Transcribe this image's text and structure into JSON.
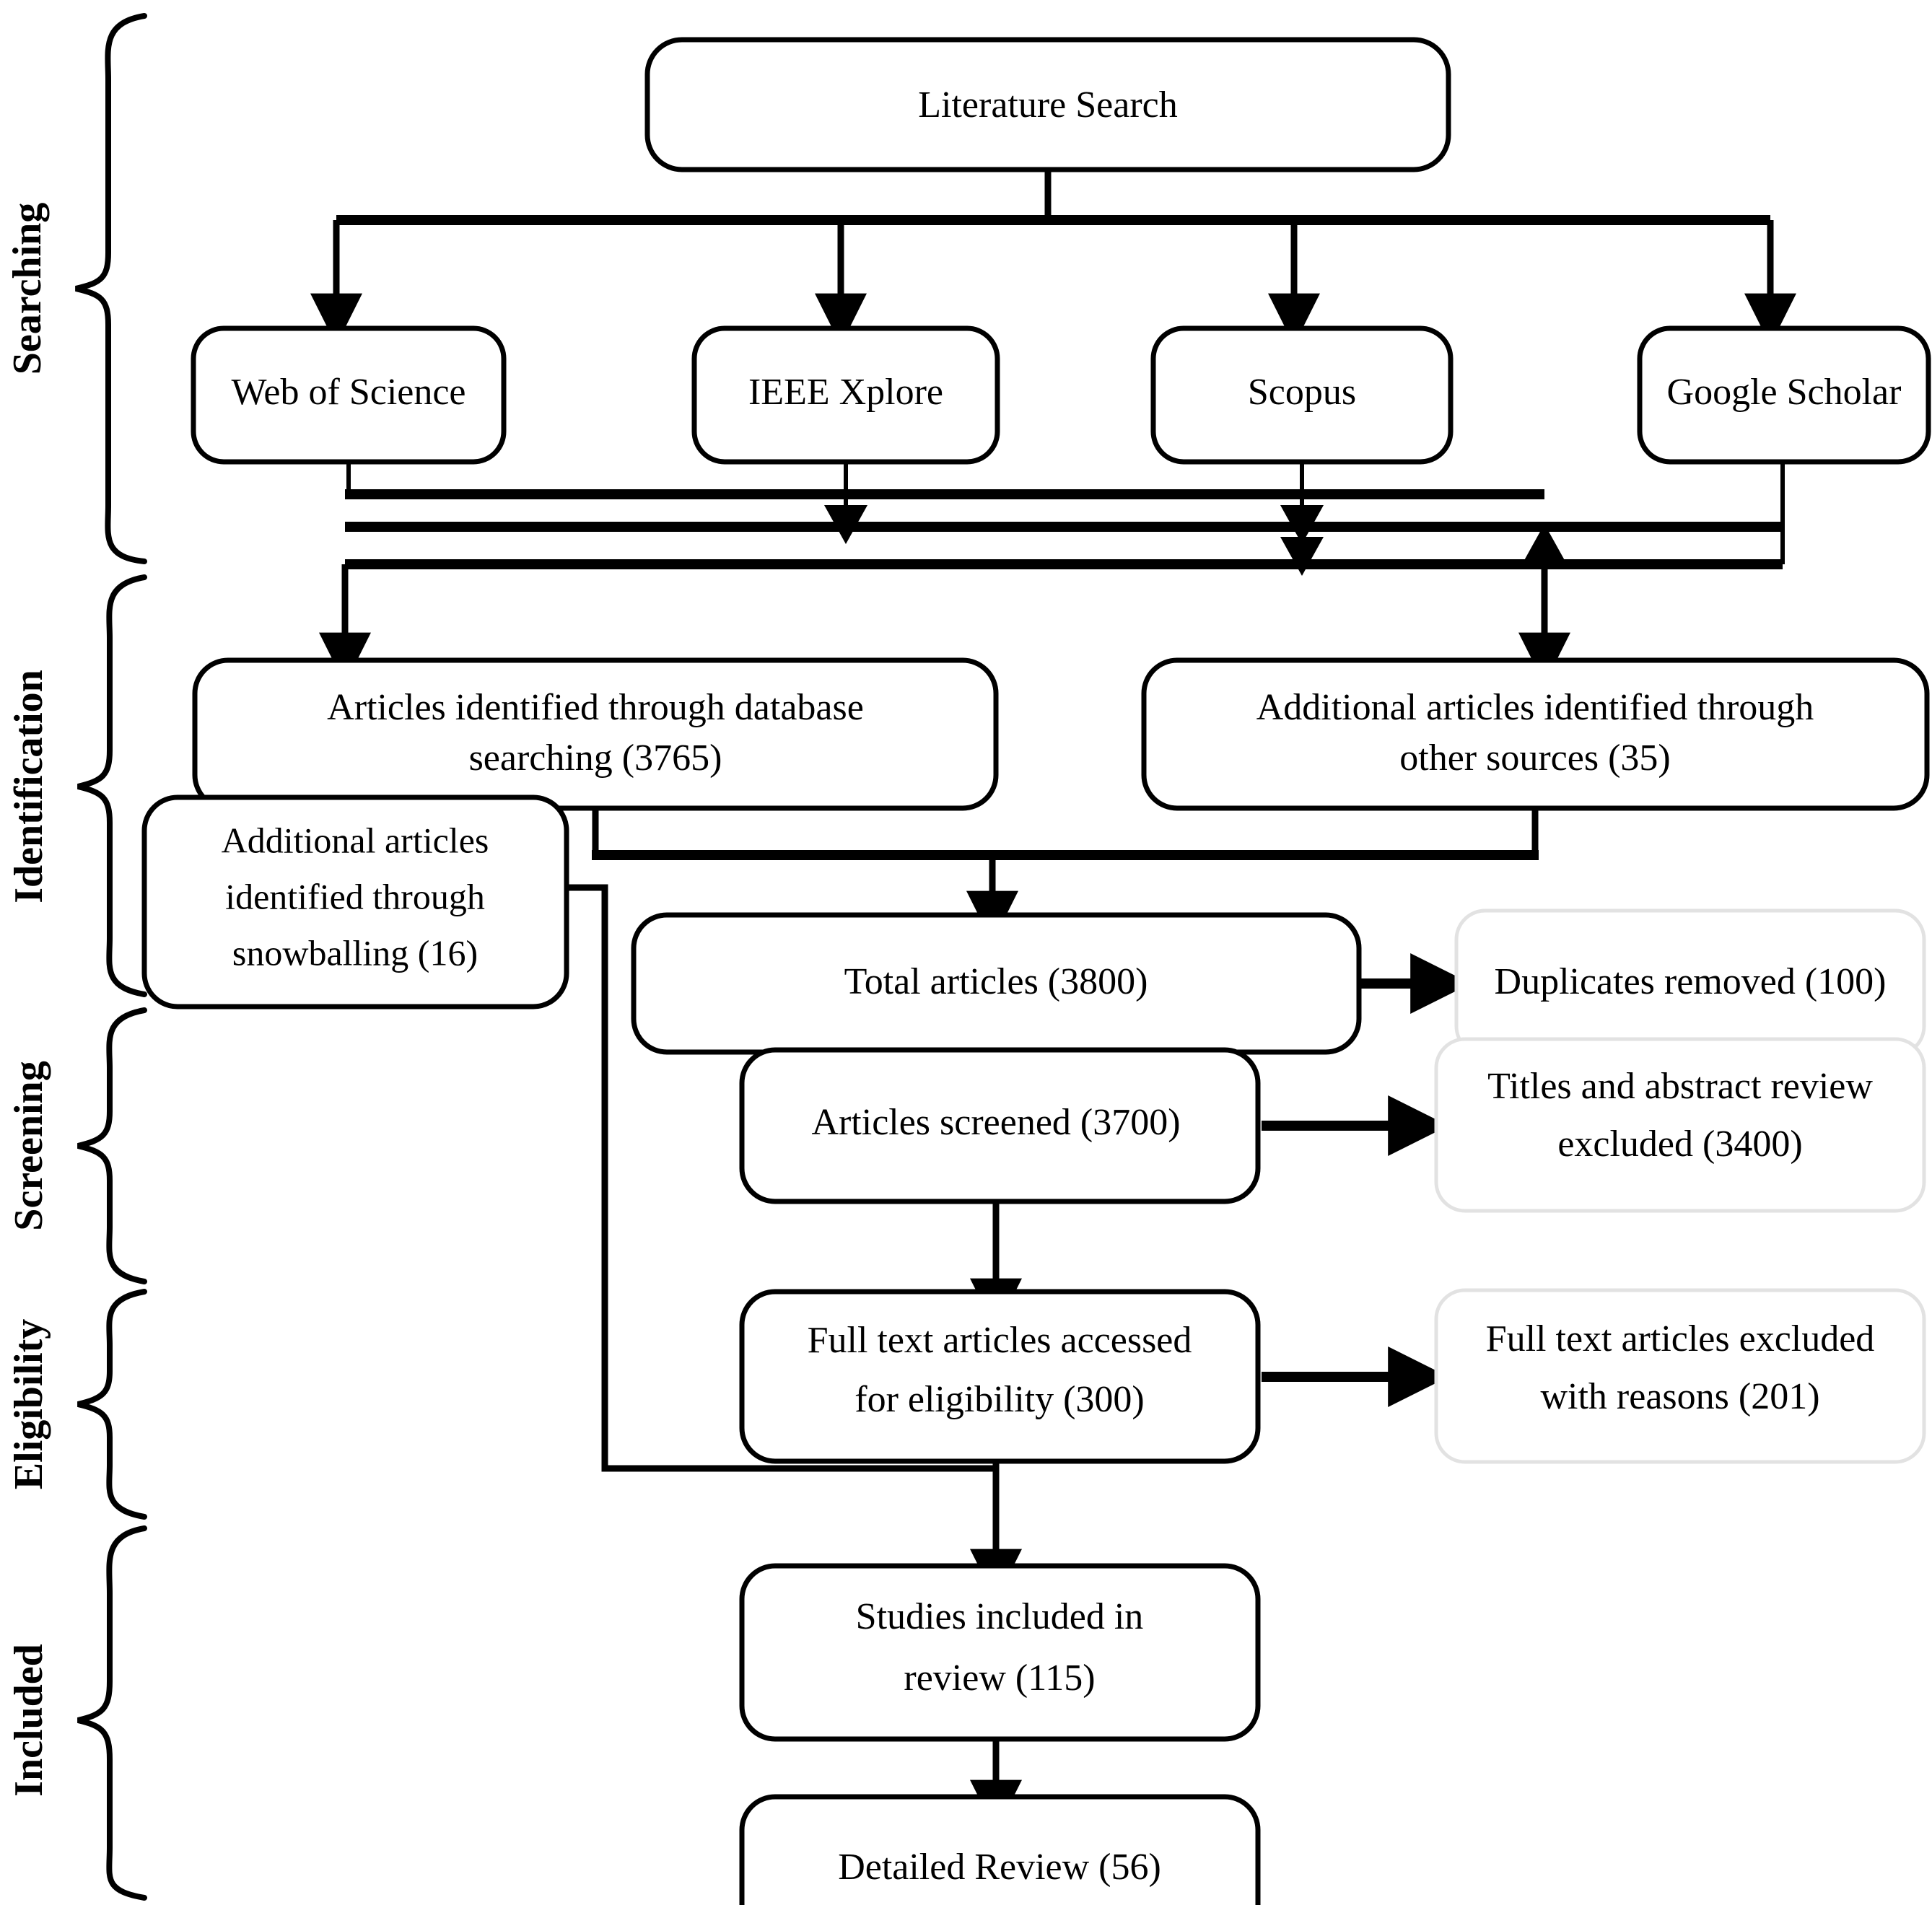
{
  "diagram": {
    "type": "prisma-flow-diagram",
    "title": "",
    "stages": [
      {
        "id": "searching",
        "label": "Searching"
      },
      {
        "id": "identification",
        "label": "Identification"
      },
      {
        "id": "screening",
        "label": "Screening"
      },
      {
        "id": "eligibility",
        "label": "Eligibility"
      },
      {
        "id": "included",
        "label": "Included"
      }
    ],
    "nodes": {
      "literature_search": {
        "label": "Literature Search"
      },
      "db_web_of_science": {
        "label": "Web of Science"
      },
      "db_ieee_xplore": {
        "label": "IEEE Xplore"
      },
      "db_scopus": {
        "label": "Scopus"
      },
      "db_google_scholar": {
        "label": "Google Scholar"
      },
      "identified_database": {
        "line1": "Articles identified through database",
        "line2": "searching (3765)",
        "count": 3765
      },
      "identified_other": {
        "line1": "Additional articles identified through",
        "line2": "other sources (35)",
        "count": 35
      },
      "identified_snowballing": {
        "line1": "Additional articles",
        "line2": "identified through",
        "line3": "snowballing (16)",
        "count": 16
      },
      "total_articles": {
        "label": "Total articles (3800)",
        "count": 3800
      },
      "duplicates_removed": {
        "label": "Duplicates removed (100)",
        "count": 100
      },
      "articles_screened": {
        "label": "Articles screened (3700)",
        "count": 3700
      },
      "titles_excluded": {
        "line1": "Titles and abstract review",
        "line2": "excluded (3400)",
        "count": 3400
      },
      "full_text_accessed": {
        "line1": "Full text articles accessed",
        "line2": "for eligibility (300)",
        "count": 300
      },
      "full_text_excluded": {
        "line1": "Full text articles excluded",
        "line2": "with reasons (201)",
        "count": 201
      },
      "studies_included": {
        "line1": "Studies included in",
        "line2": "review (115)",
        "count": 115
      },
      "detailed_review": {
        "label": "Detailed Review (56)",
        "count": 56
      }
    },
    "colors": {
      "stroke": "#000000",
      "fill": "#ffffff",
      "muted_stroke": "#e2e2e2"
    }
  }
}
